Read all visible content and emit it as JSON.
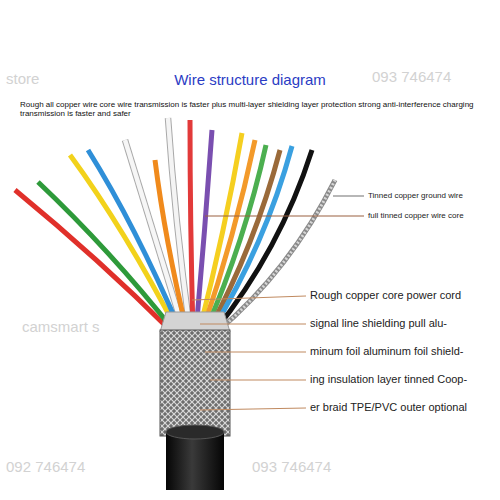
{
  "diagram": {
    "title": "Wire structure diagram",
    "labels": [
      "Rough all copper wire core wire transmission is faster plus multi-layer shielding layer protection strong anti-interference charging transmission is faster and safer",
      "Tinned copper ground wire",
      "full tinned copper wire core",
      "Rough copper core power cord",
      "signal line shielding pull alu-",
      "minum foil aluminum foil shield-",
      "ing insulation layer tinned Coop-",
      "er braid TPE/PVC outer optional",
      "store",
      "093 746474",
      "camsmart s",
      "092 746474",
      "093 746474"
    ]
  }
}
